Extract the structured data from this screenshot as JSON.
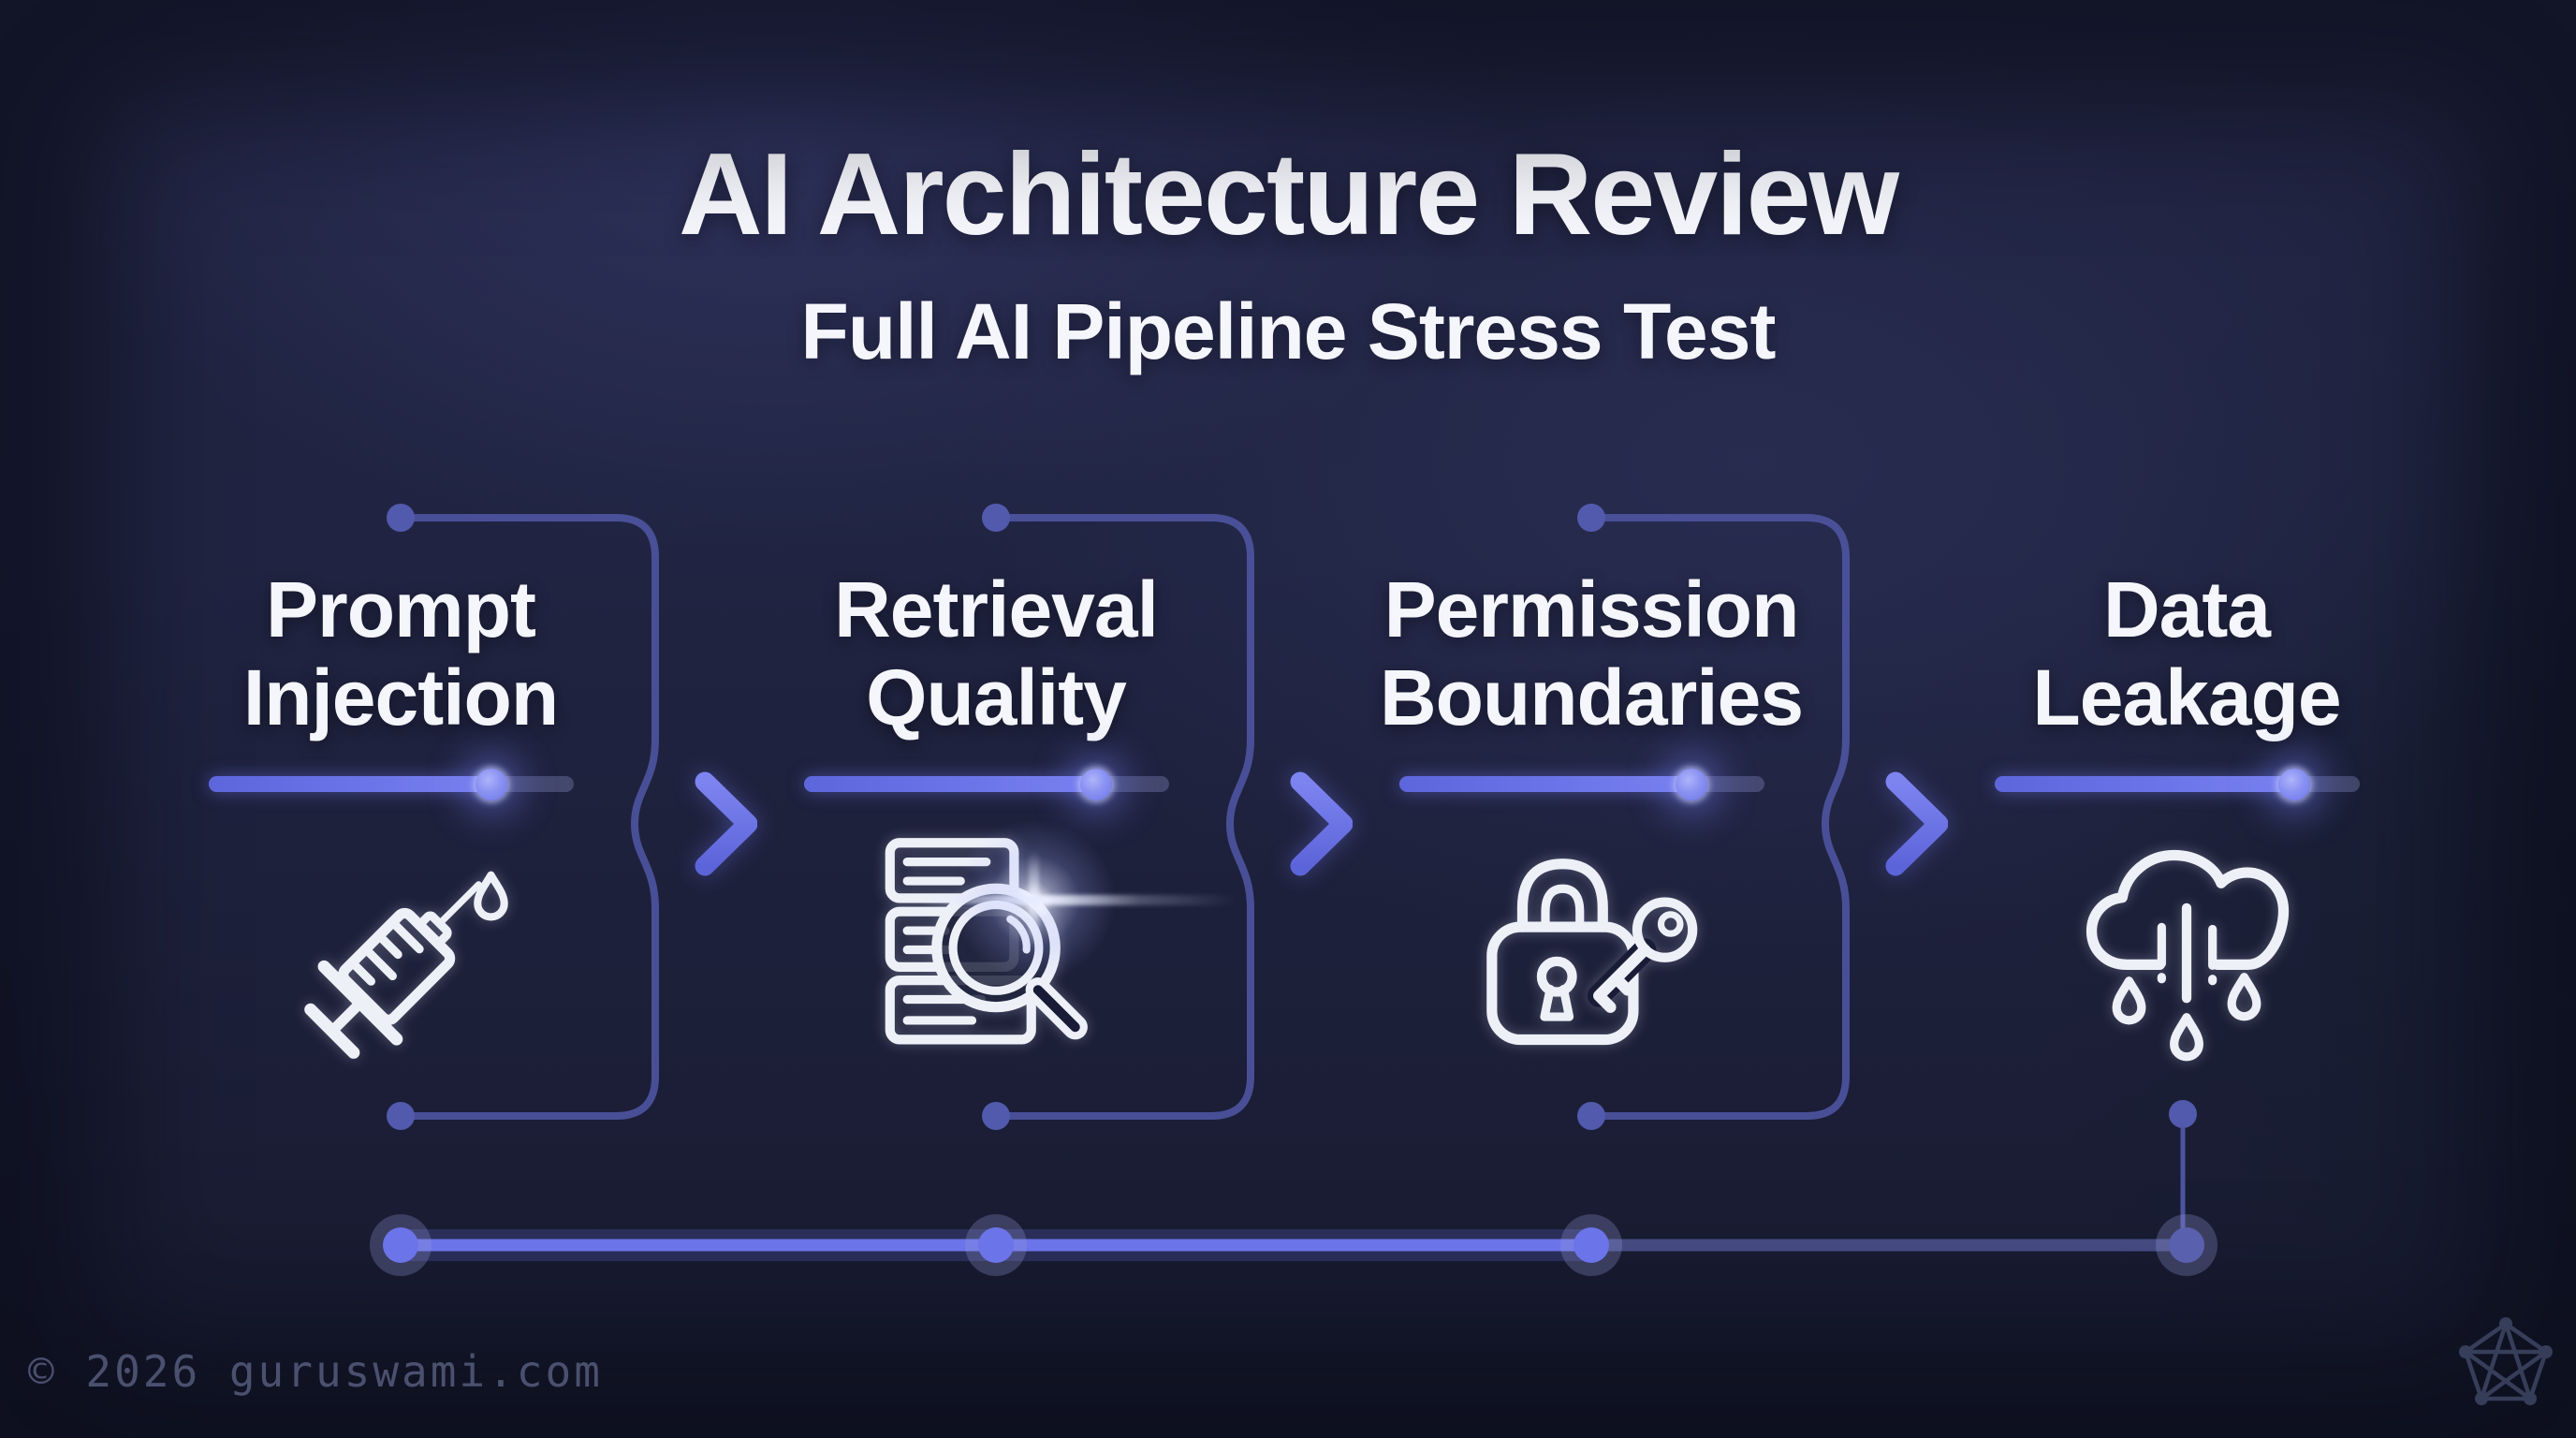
{
  "header": {
    "title": "AI Architecture Review",
    "subtitle": "Full AI Pipeline Stress Test"
  },
  "stages": [
    {
      "label": "Prompt\nInjection",
      "icon": "syringe-icon",
      "progress": 0.775
    },
    {
      "label": "Retrieval\nQuality",
      "icon": "document-search-icon",
      "progress": 0.8
    },
    {
      "label": "Permission\nBoundaries",
      "icon": "lock-key-icon",
      "progress": 0.8
    },
    {
      "label": "Data\nLeakage",
      "icon": "cloud-rain-icon",
      "progress": 0.82
    }
  ],
  "footer": {
    "copyright": "© 2026 guruswami.com",
    "logo": "pentagon-network-icon"
  },
  "colors": {
    "accent": "#6b74e8",
    "accent_bright": "#8a92f2",
    "connector": "#4d549e",
    "connector_dot": "#525aad",
    "line_dim": "#4c538e",
    "node_dim": "#5960ae",
    "halo": "rgba(150,156,220,0.28)",
    "text": "#f5f6fb",
    "muted": "#7b84ad",
    "logo": "#3e4664",
    "icon_stroke": "#eef0f8",
    "lens_fill": "#191c36"
  }
}
